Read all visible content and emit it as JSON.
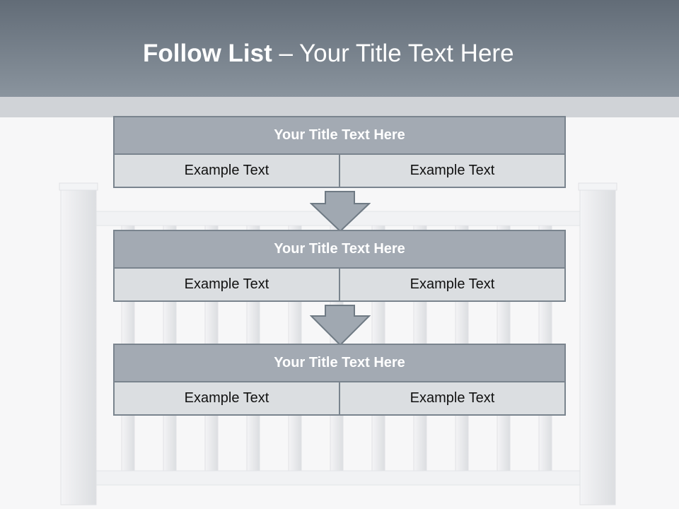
{
  "header": {
    "title_bold": "Follow List",
    "title_rest": " – Your Title Text Here"
  },
  "blocks": [
    {
      "title": "Your Title Text Here",
      "left": "Example Text",
      "right": "Example Text"
    },
    {
      "title": "Your Title Text Here",
      "left": "Example Text",
      "right": "Example Text"
    },
    {
      "title": "Your Title Text Here",
      "left": "Example Text",
      "right": "Example Text"
    }
  ],
  "colors": {
    "header_top": "#626c77",
    "header_bottom": "#8a949e",
    "block_title_bg": "#a3aab3",
    "block_cell_bg": "#dbdee1",
    "border": "#7a848e",
    "arrow_fill": "#a0a8b1"
  }
}
